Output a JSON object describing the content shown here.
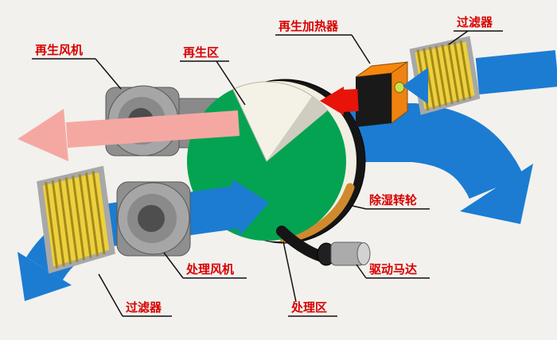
{
  "labels": {
    "regen_fan": "再生风机",
    "regen_zone": "再生区",
    "regen_heater": "再生加热器",
    "filter_top_right": "过滤器",
    "desiccant_wheel": "除湿转轮",
    "drive_motor": "驱动马达",
    "process_fan": "处理风机",
    "process_zone": "处理区",
    "filter_bottom_left": "过滤器"
  },
  "colors": {
    "background": "#f2f1ed",
    "process_air": "#1b7cd2",
    "regen_exhaust": "#f5a8a2",
    "hot_air": "#e81309",
    "wheel_face": "#04a351",
    "wheel_rim": "#f2efe2",
    "wheel_belt": "#151515",
    "rim_glow": "#d08a2e",
    "regen_sector": "#f4f1e6",
    "heater_body": "#f5870f",
    "heater_front": "#191919",
    "heater_lamp": "#cfe04a",
    "filter_media": "#ecd040",
    "filter_pleat": "#a58a16",
    "label_text": "#d80000"
  }
}
